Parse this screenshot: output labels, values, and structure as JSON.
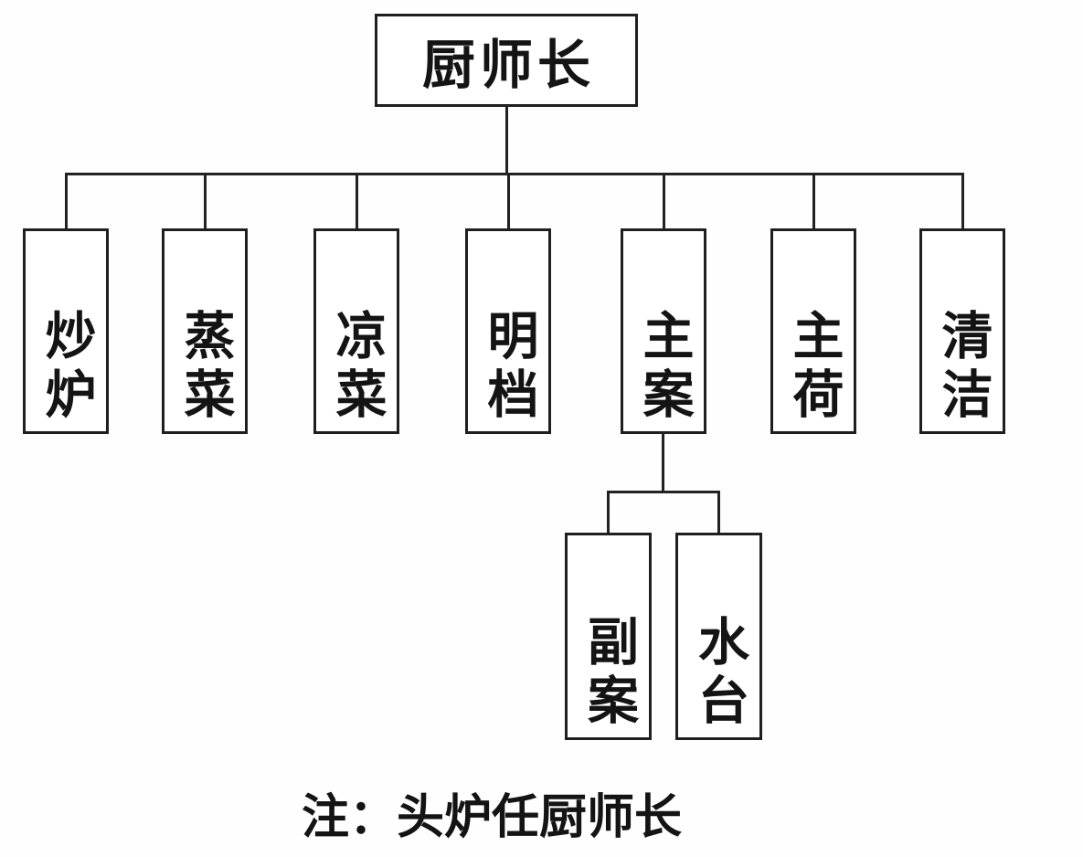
{
  "page": {
    "background": "#ffffff",
    "line_color": "#222222",
    "text_color": "#141414"
  },
  "org_chart": {
    "type": "organization-chart",
    "root": {
      "label": "厨师长"
    },
    "children": [
      {
        "label": "炒炉",
        "children": []
      },
      {
        "label": "蒸菜",
        "children": []
      },
      {
        "label": "凉菜",
        "children": []
      },
      {
        "label": "明档",
        "children": []
      },
      {
        "label": "主案",
        "children": [
          {
            "label": "副案"
          },
          {
            "label": "水台"
          }
        ]
      },
      {
        "label": "主荷",
        "children": []
      },
      {
        "label": "清洁",
        "children": []
      }
    ],
    "note": "注：头炉任厨师长"
  }
}
